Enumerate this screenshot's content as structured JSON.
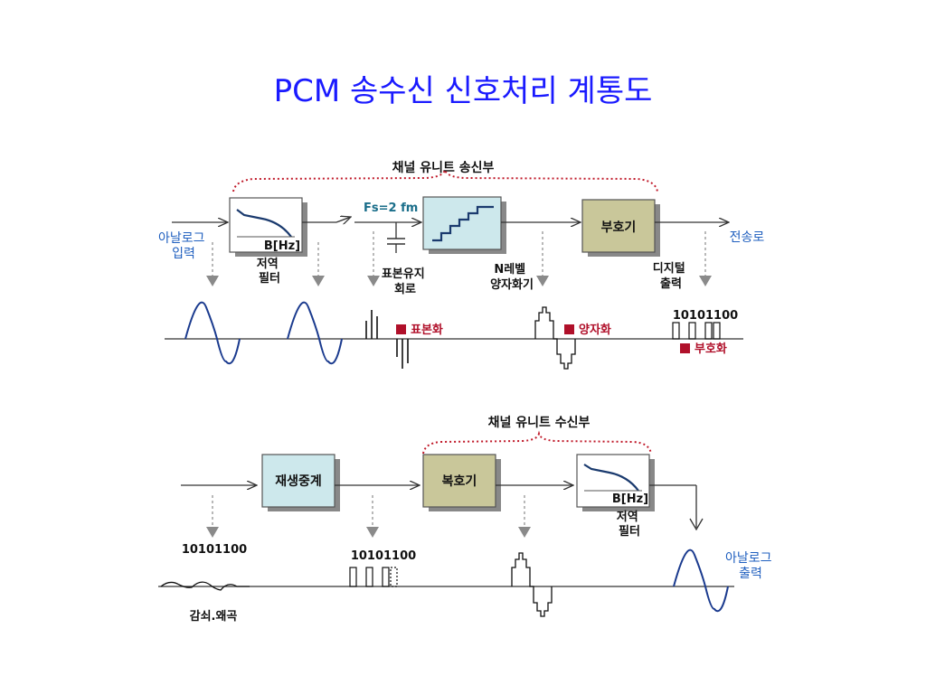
{
  "title": "PCM 송수신 신호처리 계통도",
  "colors": {
    "title": "#1a1aff",
    "blue_text": "#1f5fbf",
    "teal_text": "#1a6e8a",
    "red_text": "#b0102a",
    "dots": "#c01a2a",
    "arrow_gray": "#8a8a8a",
    "line": "#333333",
    "box_khaki": "#c9c79a",
    "box_teal": "#cde8ec",
    "box_border": "#555555"
  },
  "tx": {
    "section_label": "채널 유니트 송신부",
    "input_label": "아날로그\n입력",
    "lpf_tag": "B[Hz]",
    "lpf_label": "저역\n필터",
    "fs_label": "Fs=2 fm",
    "sample_hold_label": "표본유지\n회로",
    "quantizer_label": "N레벨\n양자화기",
    "encoder_label": "부호기",
    "digital_out_label": "디지털\n출력",
    "output_label": "전송로",
    "sampling_tag": "표본화",
    "quantize_tag": "양자화",
    "encode_tag": "부호화",
    "bits": "10101100"
  },
  "rx": {
    "section_label": "채널 유니트 수신부",
    "regen_label": "재생중계",
    "decoder_label": "복호기",
    "lpf_tag": "B[Hz]",
    "lpf_label": "저역\n필터",
    "output_label": "아날로그\n출력",
    "bits_left": "10101100",
    "bits_mid": "10101100",
    "attenuation_label": "감쇠.왜곡"
  }
}
